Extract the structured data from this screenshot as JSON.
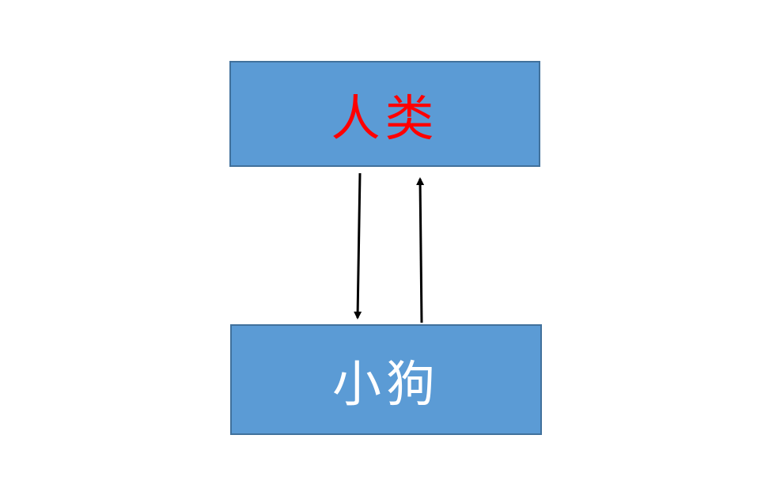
{
  "nodes": {
    "human": {
      "label": "人类",
      "text_color": "#ff0000",
      "fill_color": "#5b9bd5"
    },
    "dog": {
      "label": "小狗",
      "text_color": "#ffffff",
      "fill_color": "#5b9bd5"
    }
  },
  "edges": [
    {
      "from": "human",
      "to": "dog",
      "color": "#000000"
    },
    {
      "from": "dog",
      "to": "human",
      "color": "#000000"
    }
  ]
}
